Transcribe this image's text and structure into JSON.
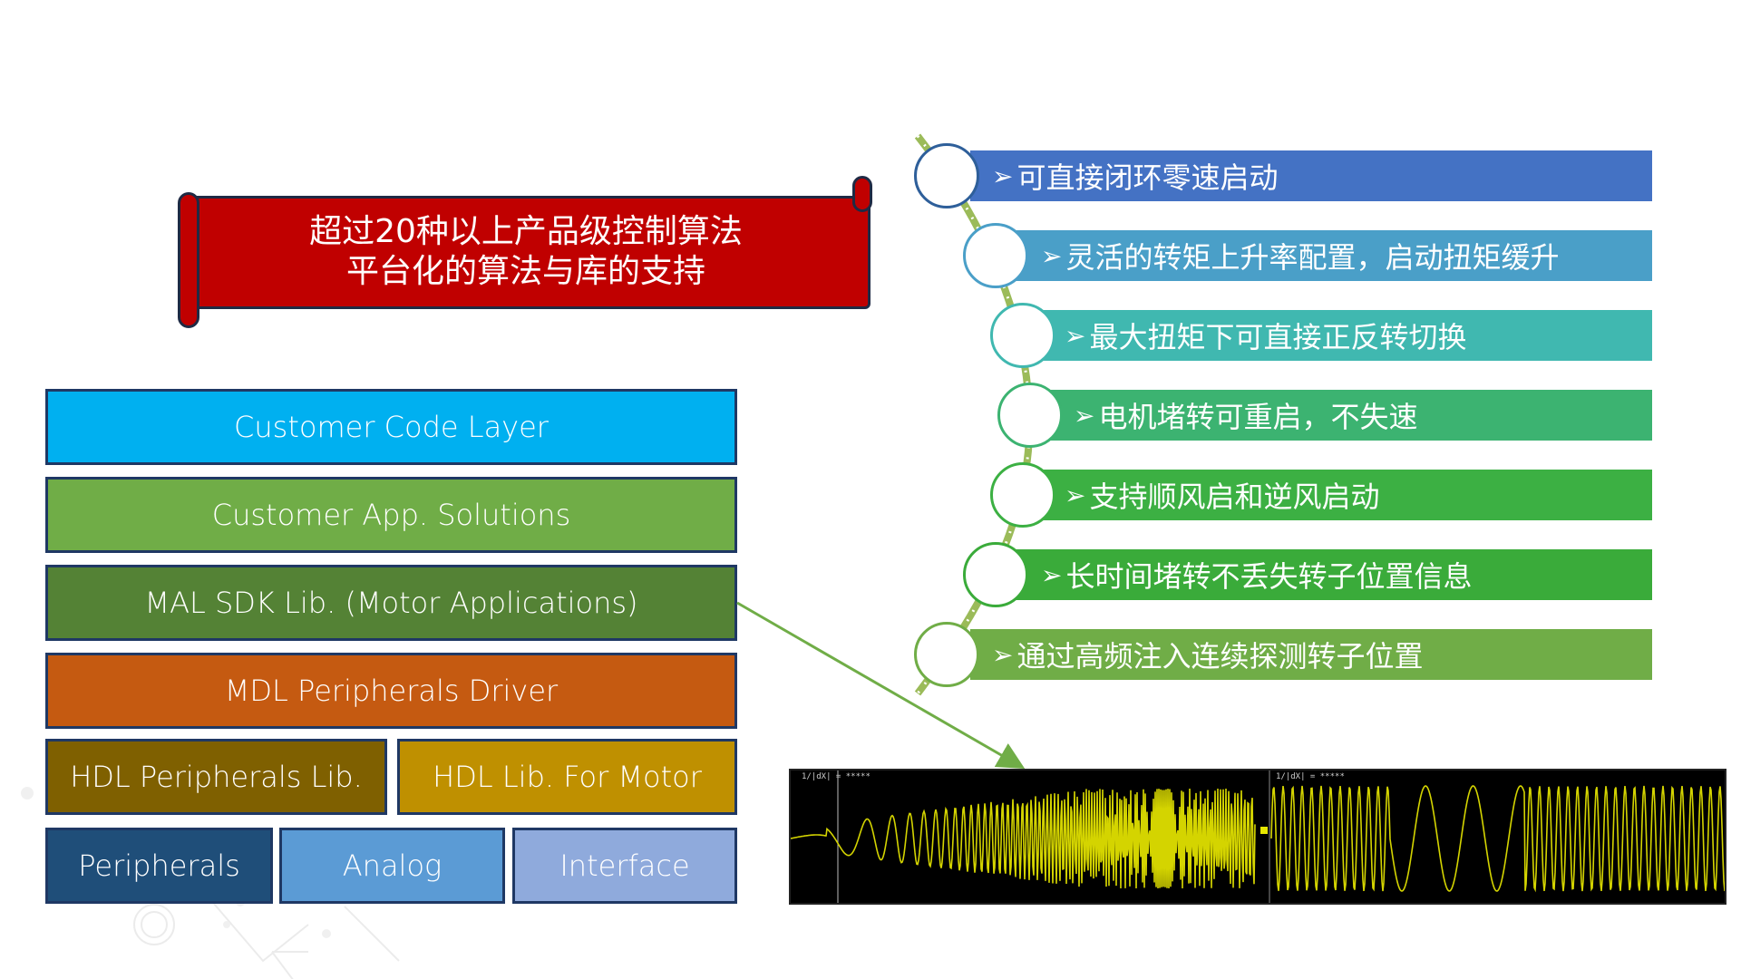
{
  "banner": {
    "line1": "超过20种以上产品级控制算法",
    "line2": "平台化的算法与库的支持",
    "color": "#c00000"
  },
  "stack": {
    "customer_code_layer": "Customer Code Layer",
    "customer_app_solutions": "Customer App. Solutions",
    "mal_sdk_lib": "MAL SDK Lib. (Motor Applications)",
    "mdl_peripherals_driver": "MDL Peripherals Driver",
    "hdl_peripherals_lib": "HDL Peripherals Lib.",
    "hdl_lib_for_motor": "HDL Lib. For Motor",
    "peripherals": "Peripherals",
    "analog": "Analog",
    "interface": "Interface"
  },
  "features": [
    {
      "arrow": "➢",
      "text": "可直接闭环零速启动",
      "color": "#4472c4"
    },
    {
      "arrow": "➢",
      "text": "灵活的转矩上升率配置，启动扭矩缓升",
      "color": "#4a9fc8"
    },
    {
      "arrow": "➢",
      "text": "最大扭矩下可直接正反转切换",
      "color": "#40b8b0"
    },
    {
      "arrow": "➢",
      "text": "电机堵转可重启，不失速",
      "color": "#3cb371"
    },
    {
      "arrow": "➢",
      "text": "支持顺风启和逆风启动",
      "color": "#3cb043"
    },
    {
      "arrow": "➢",
      "text": "长时间堵转不丢失转子位置信息",
      "color": "#3aab3a"
    },
    {
      "arrow": "➢",
      "text": "通过高频注入连续探测转子位置",
      "color": "#70ad47"
    }
  ],
  "scope": {
    "left_header": "1/|dX|  =  *****",
    "right_header": "1/|dX|  =  *****"
  }
}
